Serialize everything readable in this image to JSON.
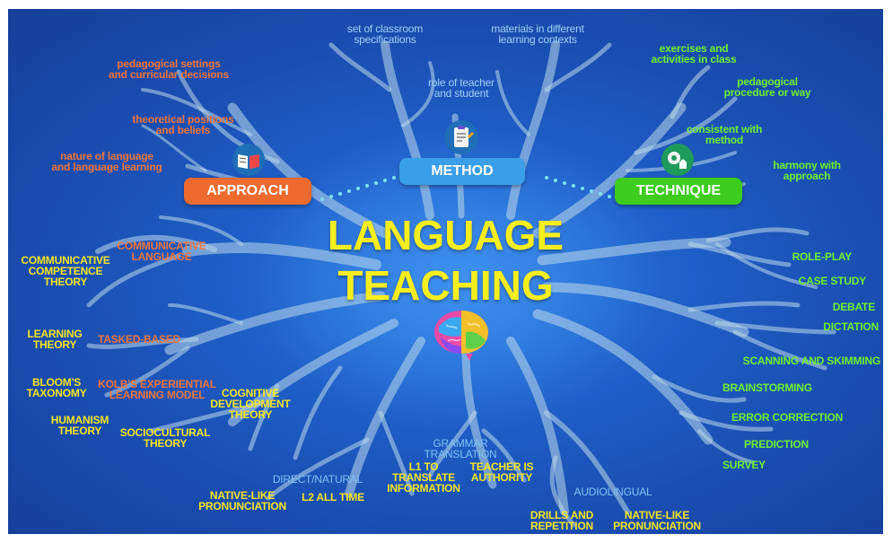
{
  "title": {
    "line1": "LANGUAGE",
    "line2": "TEACHING"
  },
  "hubs": {
    "approach": "APPROACH",
    "method": "METHOD",
    "technique": "TECHNIQUE"
  },
  "approach_items": [
    "pedagogical settings\nand curricular decisions",
    "theoretical positions\nand beliefs",
    "nature of language\nand language learning"
  ],
  "method_items": [
    "set of classroom\nspecifications",
    "materials in different\nlearning contexts",
    "role of teacher\nand student"
  ],
  "technique_items": [
    "exercises and\nactivities  in class",
    "pedagogical\nprocedure or way",
    "consistent with\nmethod",
    "harmony with\napproach"
  ],
  "theories": [
    "COMMUNICATIVE\nCOMPETENCE\nTHEORY",
    "LEARNING\nTHEORY",
    "BLOOM'S\nTAXONOMY",
    "HUMANISM\nTHEORY",
    "SOCIOCULTURAL\nTHEORY",
    "COGNITIVE\nDEVELOPMENT\nTHEORY"
  ],
  "approach_types": [
    "COMMUNICATIVE\nLANGUAGE",
    "TASKED-BASED",
    "KOLB'S EXPERIENTIAL\nLEARNING MODEL"
  ],
  "methods": {
    "direct_natural": "DIRECT/NATURAL",
    "grammar_translation": "GRAMMAR TRANSLATION",
    "audiolingual": "AUDIOLINGUAL"
  },
  "method_features": [
    "NATIVE-LIKE\nPRONUNCIATION",
    "L2 ALL TIME",
    "L1 TO\nTRANSLATE\nINFORMATION",
    "TEACHER  IS\nAUTHORITY",
    "DRILLS AND\nREPETITION",
    "NATIVE-LIKE\nPRONUNCIATION"
  ],
  "techniques": [
    "ROLE-PLAY",
    "CASE STUDY",
    "DEBATE",
    "DICTATION",
    "SCANNING AND SKIMMING",
    "BRAINSTORMING",
    "ERROR CORRECTION",
    "PREDICTION",
    "SURVEY"
  ],
  "colors": {
    "background": "#1f5fc8",
    "title": "#f7ee1e",
    "approach": "#f0763a",
    "method": "#3a9ee8",
    "technique": "#3ecc1e",
    "branches": "#bcd9ea"
  },
  "icons": {
    "approach": "open-book-icon",
    "method": "clipboard-pencil-icon",
    "technique": "puzzle-gear-icon",
    "center": "brain-icon"
  }
}
